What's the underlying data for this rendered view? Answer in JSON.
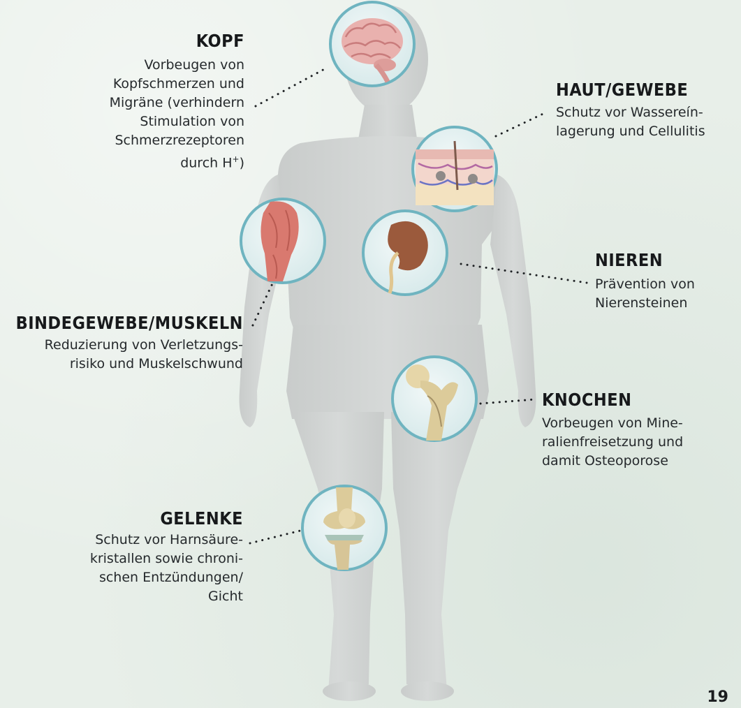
{
  "labels": {
    "kopf": {
      "title": "KOPF",
      "text": "Vorbeugen von\nKopfschmerzen und\nMigräne (verhindern\nStimulation von\nSchmerzrezeptoren\ndurch H",
      "superscript": "+",
      "closing": ")"
    },
    "haut": {
      "title": "HAUT/GEWEBE",
      "text": "Schutz vor Wassereín-\nlagerung und Cellulitis"
    },
    "nieren": {
      "title": "NIEREN",
      "text": "Prävention von\nNierensteinen"
    },
    "bindegewebe": {
      "title": "BINDEGEWEBE/MUSKELN",
      "text": "Reduzierung von Verletzungs-\nrisiko und Muskelschwund"
    },
    "knochen": {
      "title": "KNOCHEN",
      "text": "Vorbeugen von Mine-\nralienfreisetzung und\ndamit Osteoporose"
    },
    "gelenke": {
      "title": "GELENKE",
      "text": "Schutz vor Harnsäure-\nkristallen sowie chroni-\nschen Entzündungen/\nGicht"
    }
  },
  "page_number": "19",
  "icons": {
    "kopf": "brain-icon",
    "haut": "skin-tissue-icon",
    "bindegewebe": "muscle-icon",
    "nieren": "kidney-icon",
    "knochen": "femur-bone-icon",
    "gelenke": "knee-joint-icon"
  },
  "colors": {
    "background": "#e8efe9",
    "silhouette": "#cfd2d1",
    "circle_border": "#6fb4c0",
    "circle_fill": "#e2eff0",
    "dots": "#1e2124"
  }
}
